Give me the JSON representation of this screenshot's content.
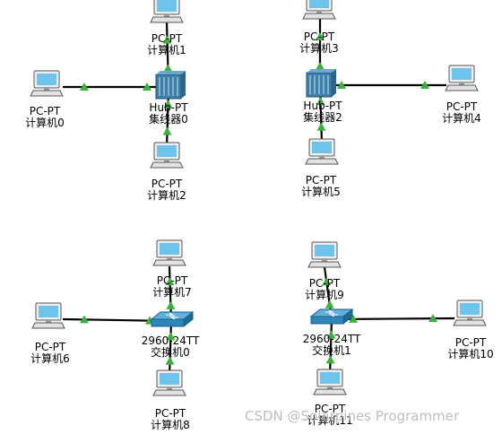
{
  "devices": {
    "pc0": {
      "type": "PC-PT",
      "name": "计算机0"
    },
    "pc1": {
      "type": "PC-PT",
      "name": "计算机1"
    },
    "pc2": {
      "type": "PC-PT",
      "name": "计算机2"
    },
    "hub0": {
      "type": "Hub-PT",
      "name": "集线器0"
    },
    "pc3": {
      "type": "PC-PT",
      "name": "计算机3"
    },
    "pc4": {
      "type": "PC-PT",
      "name": "计算机4"
    },
    "pc5": {
      "type": "PC-PT",
      "name": "计算机5"
    },
    "hub2": {
      "type": "Hub-PT",
      "name": "集线器2"
    },
    "pc6": {
      "type": "PC-PT",
      "name": "计算机6"
    },
    "pc7": {
      "type": "PC-PT",
      "name": "计算机7"
    },
    "pc8": {
      "type": "PC-PT",
      "name": "计算机8"
    },
    "sw0": {
      "type": "2960-24TT",
      "name": "交换机0"
    },
    "pc9": {
      "type": "PC-PT",
      "name": "计算机9"
    },
    "pc10": {
      "type": "PC-PT",
      "name": "计算机10"
    },
    "pc11": {
      "type": "PC-PT",
      "name": "计算机11"
    },
    "sw1": {
      "type": "2960-24TT",
      "name": "交换机1"
    }
  },
  "links": [
    [
      "pc0",
      "hub0"
    ],
    [
      "pc1",
      "hub0"
    ],
    [
      "pc2",
      "hub0"
    ],
    [
      "pc3",
      "hub2"
    ],
    [
      "pc4",
      "hub2"
    ],
    [
      "pc5",
      "hub2"
    ],
    [
      "pc6",
      "sw0"
    ],
    [
      "pc7",
      "sw0"
    ],
    [
      "pc8",
      "sw0"
    ],
    [
      "pc9",
      "sw1"
    ],
    [
      "pc10",
      "sw1"
    ],
    [
      "pc11",
      "sw1"
    ]
  ],
  "colors": {
    "link": "#000000",
    "status": "#3cb03c",
    "pc_screen": "#6ec3ea",
    "hub": "#3f7fa8",
    "switch": "#2f86b8"
  },
  "watermark": "CSDN @Solarpines Programmer"
}
